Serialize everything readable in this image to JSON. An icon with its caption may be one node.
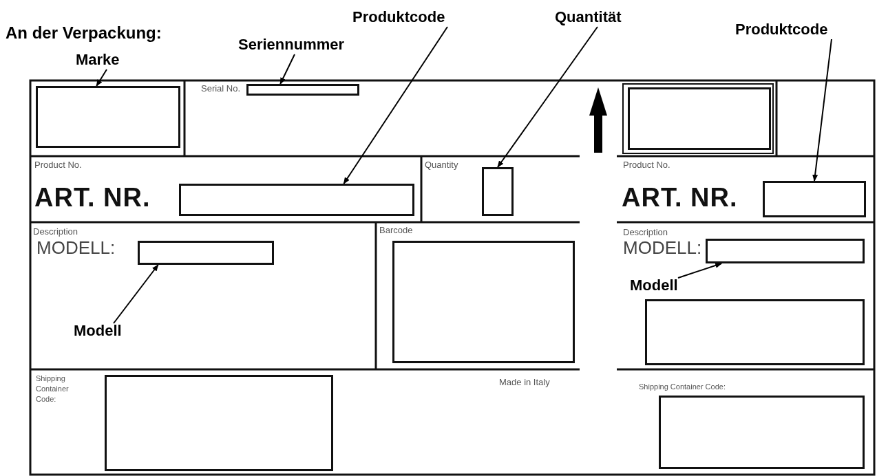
{
  "diagram": {
    "title": "An der Verpackung:",
    "nodes": [
      {
        "text": [
          "Marke"
        ]
      },
      {
        "text": [
          "Seriennummer"
        ]
      },
      {
        "text": [
          "Produktcode"
        ]
      },
      {
        "text": [
          "Quantität"
        ]
      },
      {
        "text": [
          "Produktcode"
        ]
      },
      {
        "text": [
          "Modell"
        ]
      },
      {
        "text": [
          "Modell"
        ]
      },
      {
        "text": [],
        "shape": "box"
      },
      {
        "text": [],
        "shape": "box",
        "beside": [
          "Serial No."
        ]
      },
      {
        "text": [],
        "shape": "box",
        "beside": [
          "ART. NR."
        ]
      },
      {
        "text": [],
        "shape": "box",
        "beside": [
          "Quantity"
        ]
      },
      {
        "text": [],
        "shape": "box",
        "beside": [
          "ART. NR."
        ]
      },
      {
        "text": [],
        "shape": "box",
        "beside": [
          "MODELL:"
        ]
      },
      {
        "text": [],
        "shape": "box",
        "beside": [
          "MODELL:"
        ]
      },
      {
        "text": [],
        "shape": "box"
      },
      {
        "text": [],
        "shape": "box",
        "beside": [
          "Barcode"
        ]
      },
      {
        "text": [],
        "shape": "box"
      },
      {
        "text": [],
        "shape": "box"
      },
      {
        "text": [],
        "shape": "box",
        "beside": [
          "Shipping Container Code:"
        ]
      }
    ],
    "edges": [
      {
        "from": 0,
        "to": 7,
        "arrow": "to"
      },
      {
        "from": 1,
        "to": 8,
        "arrow": "to"
      },
      {
        "from": 2,
        "to": 9,
        "arrow": "to"
      },
      {
        "from": 3,
        "to": 10,
        "arrow": "to"
      },
      {
        "from": 4,
        "to": 11,
        "arrow": "to"
      },
      {
        "from": 5,
        "to": 12,
        "arrow": "to"
      },
      {
        "from": 6,
        "to": 13,
        "arrow": "to"
      }
    ],
    "labels": [
      "Product No.",
      "Product No.",
      "Description",
      "Description",
      "Shipping Container Code:",
      "Made in Italy"
    ]
  }
}
